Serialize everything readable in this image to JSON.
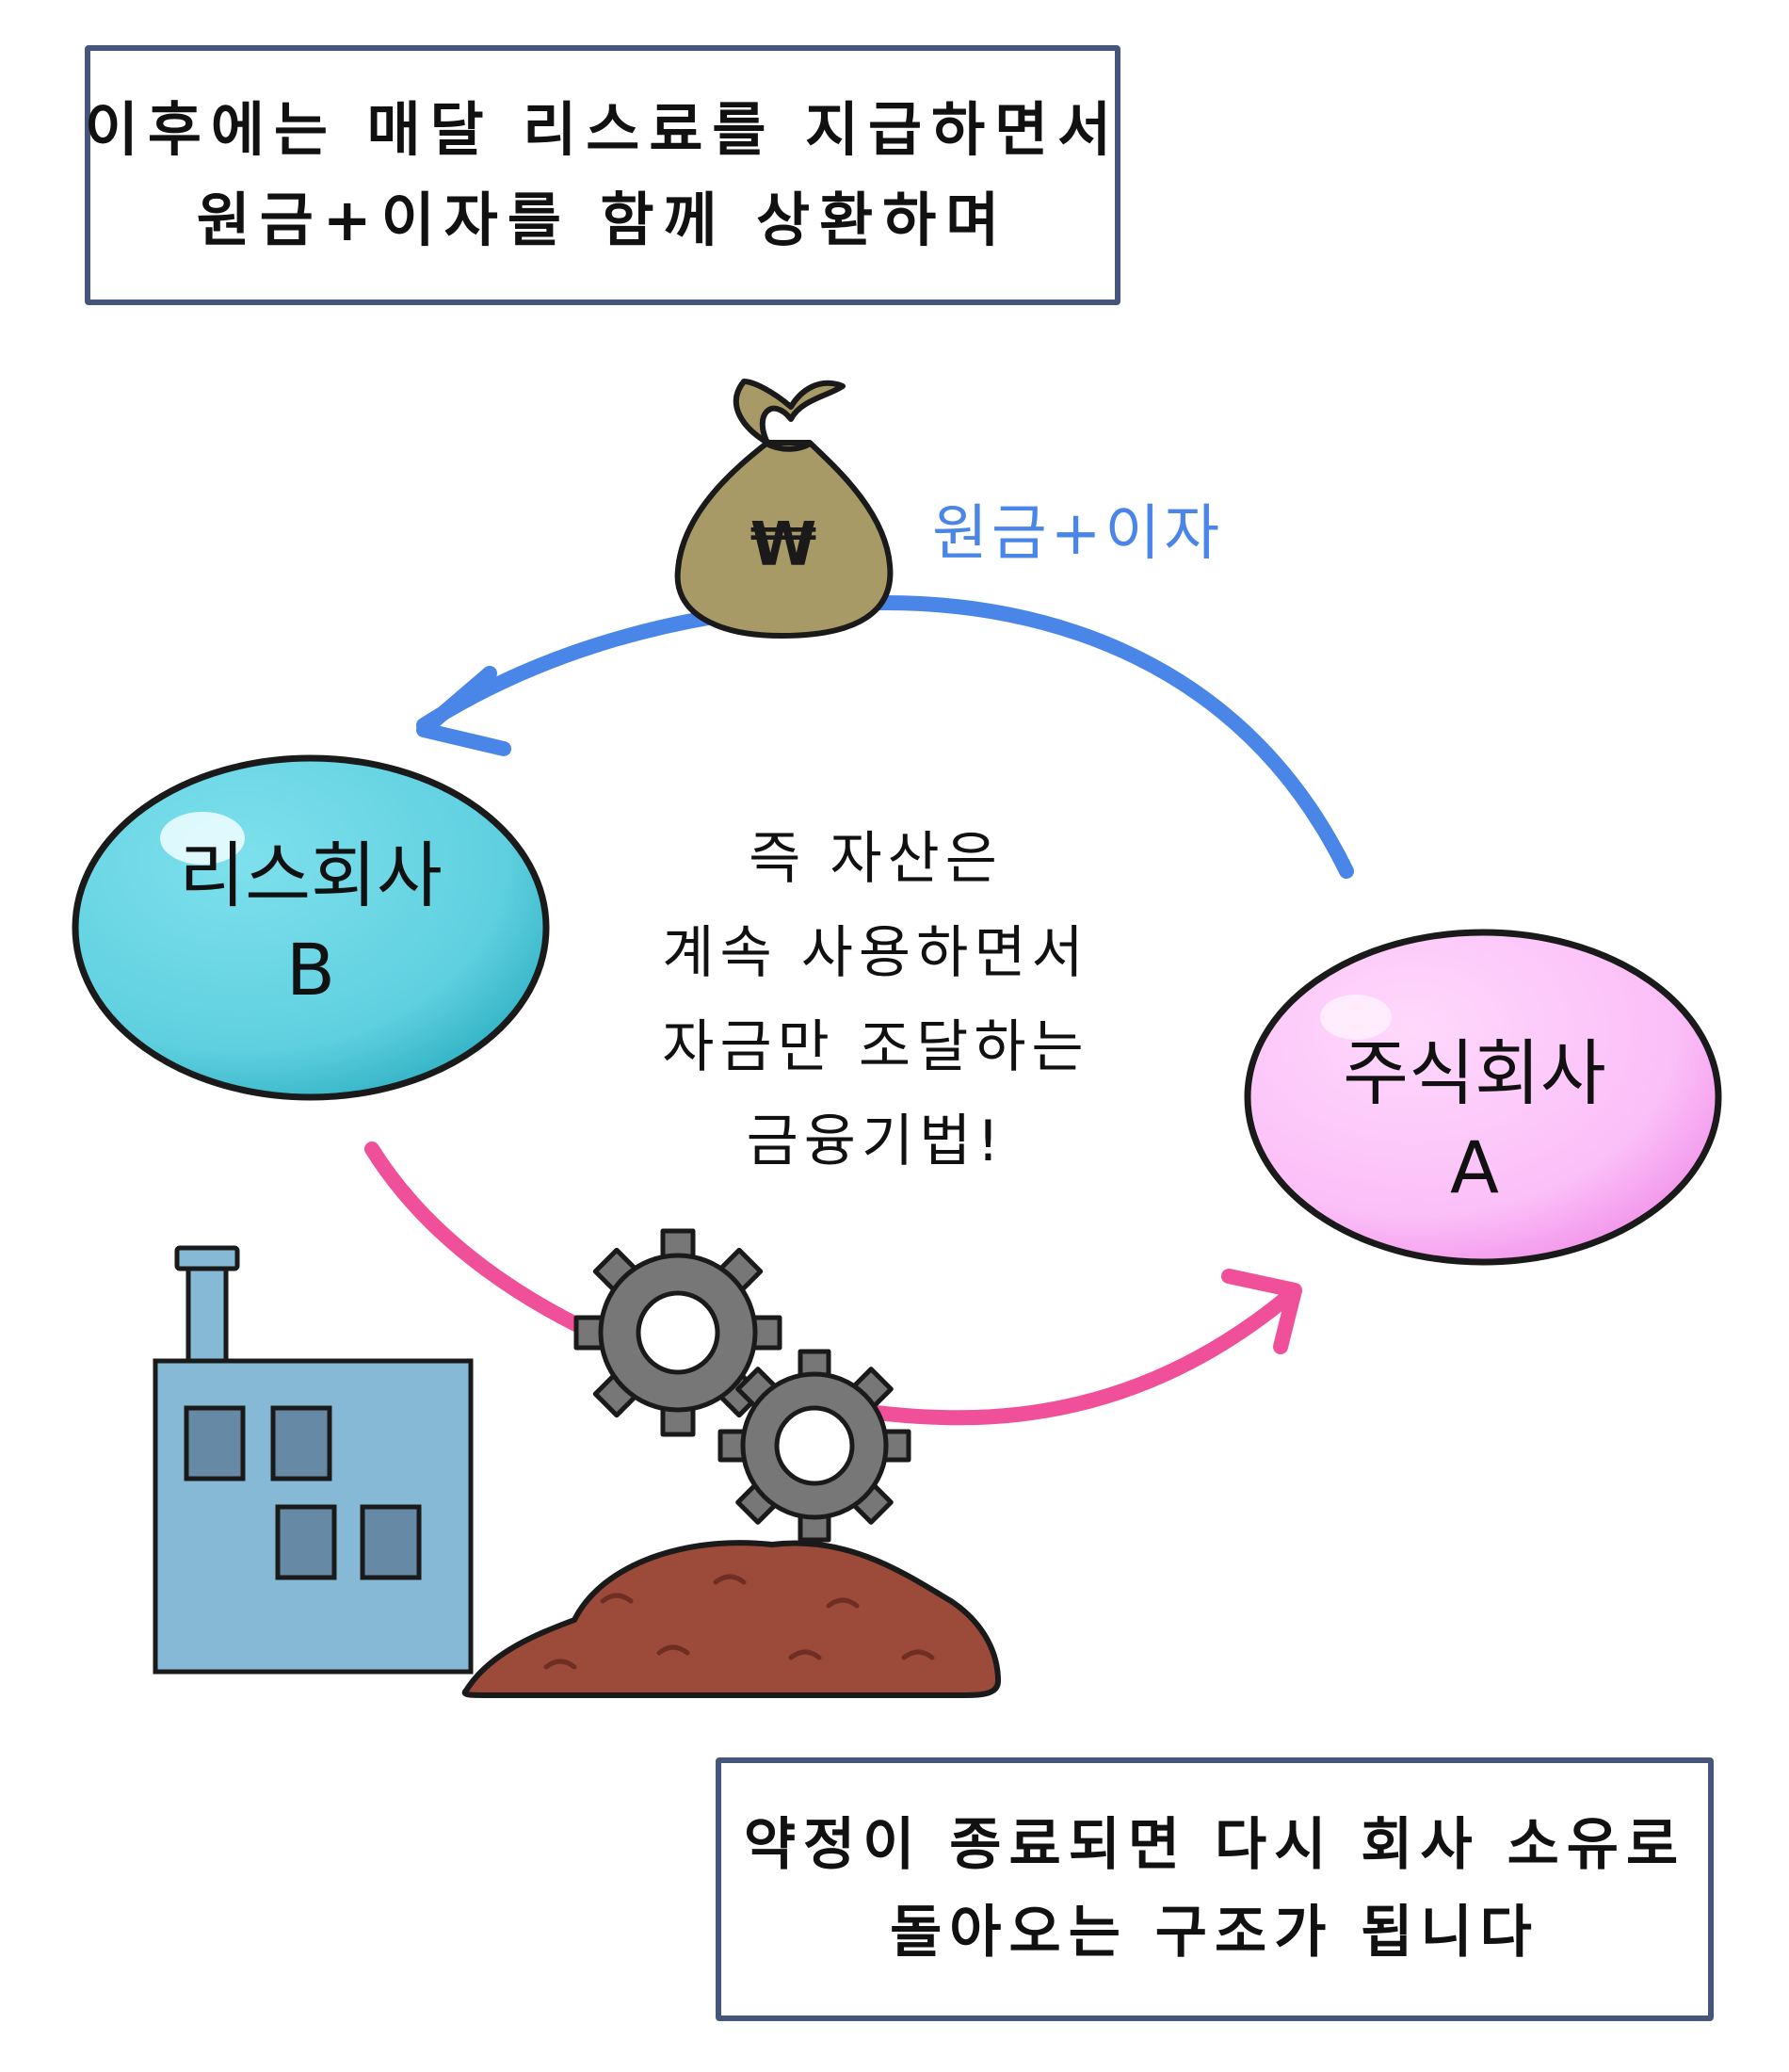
{
  "top_box": {
    "lines": [
      "이후에는 매달 리스료를 지급하면서",
      "원금+이자를 함께 상환하며"
    ]
  },
  "money_bag": {
    "symbol": "₩"
  },
  "arrow_label": "원금+이자",
  "lease_company": {
    "name": "리스회사",
    "letter": "B"
  },
  "corporation": {
    "name": "주식회사",
    "letter": "A"
  },
  "center_text": [
    "즉 자산은",
    "계속 사용하면서",
    "자금만 조달하는",
    "금융기법!"
  ],
  "bottom_box": {
    "lines": [
      "약정이 종료되면 다시 회사 소유로",
      "돌아오는 구조가 됩니다"
    ]
  },
  "colors": {
    "box_border": "#46557a",
    "blue_arrow": "#4a86e8",
    "pink_arrow": "#f0509a",
    "lease_ellipse": "#5fd0e0",
    "corp_ellipse": "#fbbff8",
    "money_bag": "#a89a66",
    "factory": "#86b9d6",
    "gears": "#777777",
    "dirt": "#9c4a3a"
  }
}
